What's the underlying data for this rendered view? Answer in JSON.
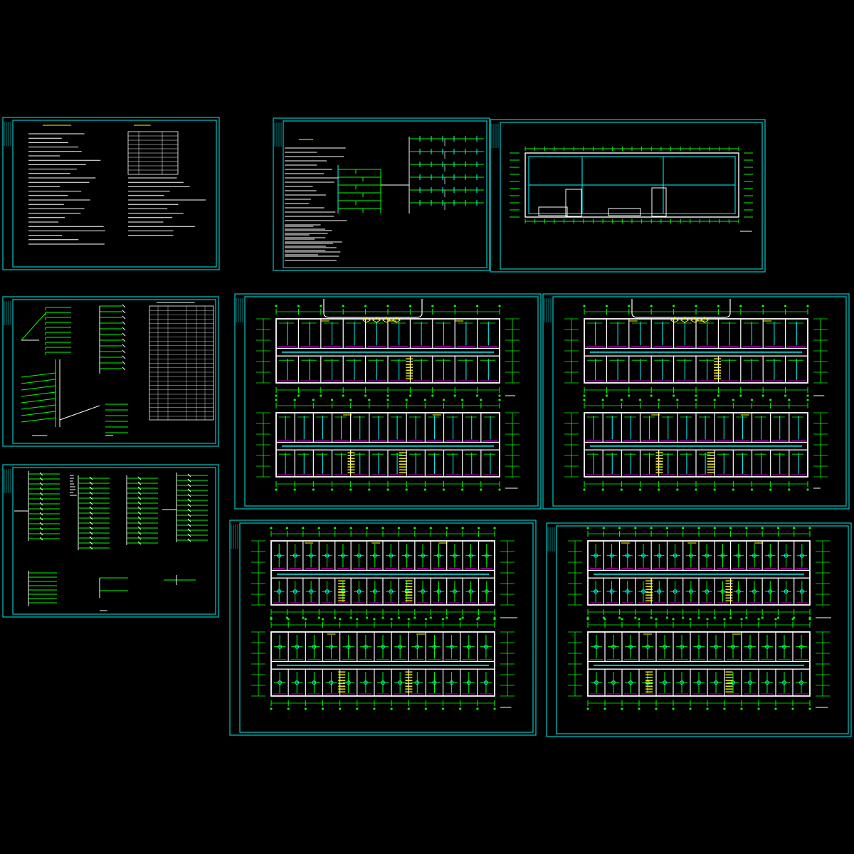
{
  "colors": {
    "background": "#000000",
    "frame": "#00c8c8",
    "cyan": "#00ffff",
    "green": "#00ff00",
    "white": "#ffffff",
    "yellow": "#ffff00",
    "magenta": "#ff00ff",
    "gray": "#8a8a8a"
  },
  "sheets": [
    {
      "id": "design-notes",
      "kind": "notes"
    },
    {
      "id": "system-notes",
      "kind": "system"
    },
    {
      "id": "roof-plan",
      "kind": "roof"
    },
    {
      "id": "riser-diagrams",
      "kind": "riser"
    },
    {
      "id": "distribution-panels",
      "kind": "panels"
    },
    {
      "id": "floor-plan-1",
      "kind": "plan"
    },
    {
      "id": "floor-plan-2",
      "kind": "plan"
    },
    {
      "id": "floor-plan-3",
      "kind": "plan"
    },
    {
      "id": "floor-plan-4",
      "kind": "plan"
    }
  ]
}
